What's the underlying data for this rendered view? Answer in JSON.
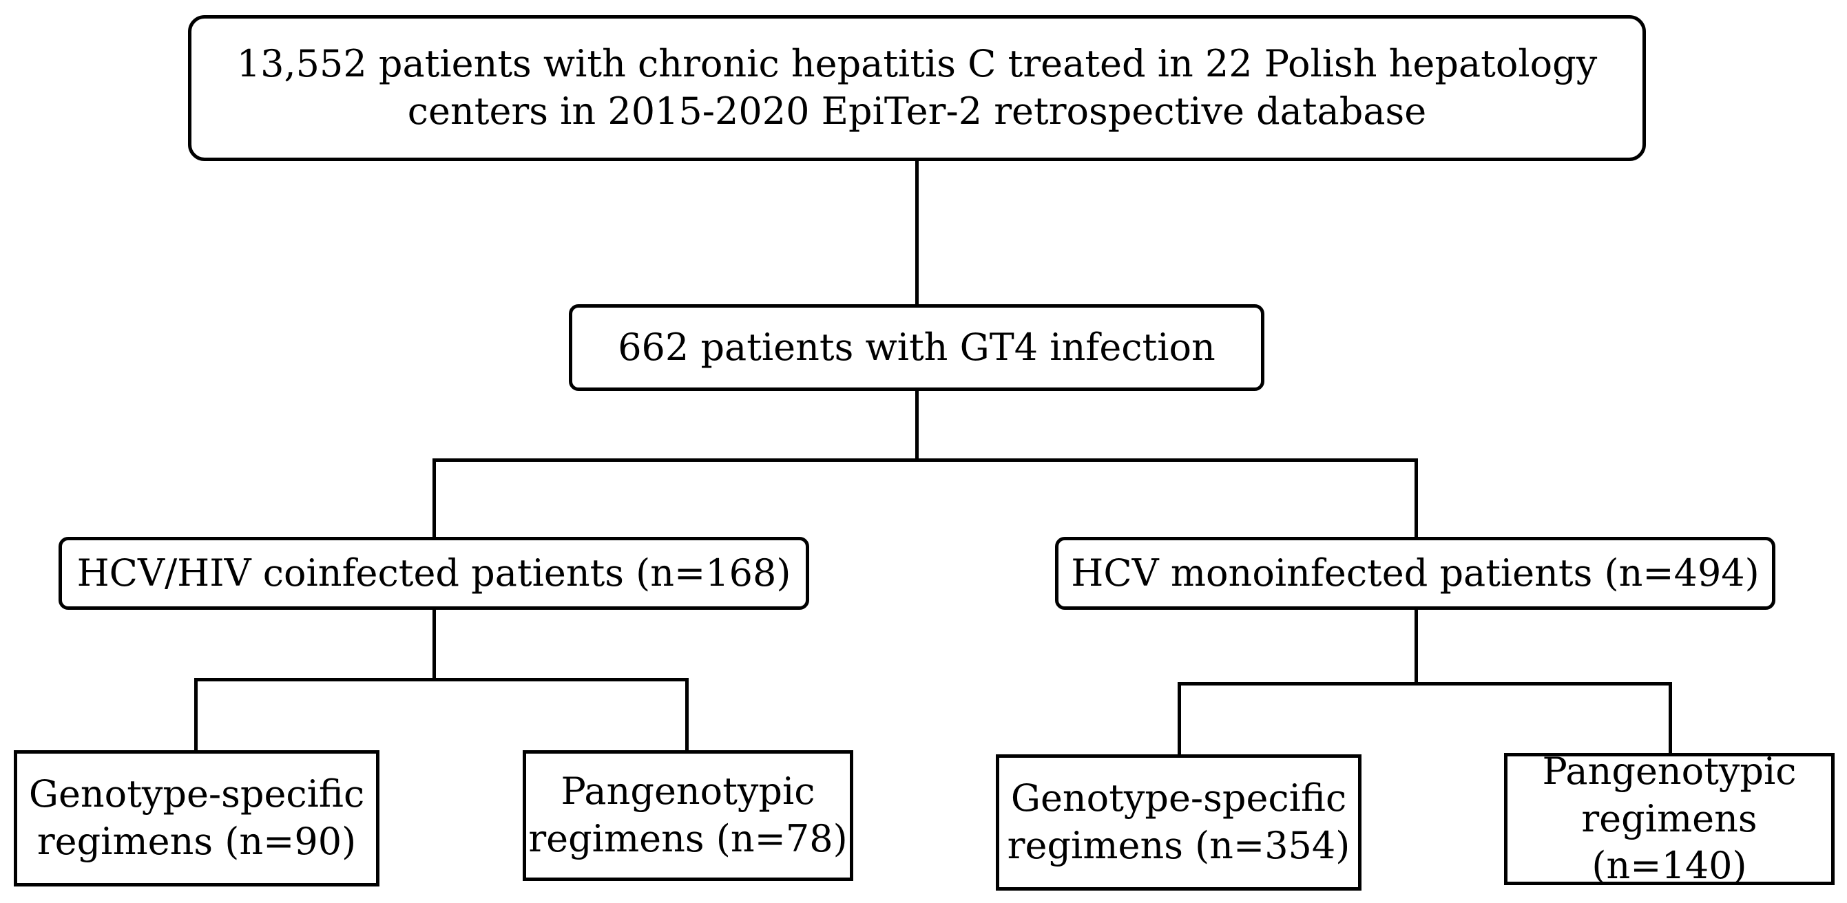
{
  "diagram": {
    "root": {
      "line1": "13,552 patients with chronic hepatitis C treated in 22 Polish hepatology",
      "line2": "centers in 2015-2020 EpiTer-2 retrospective database"
    },
    "gt4": {
      "label": "662 patients with GT4 infection"
    },
    "coinfected": {
      "label": "HCV/HIV coinfected patients (n=168)",
      "children": [
        {
          "line1": "Genotype-specific",
          "line2": "regimens (n=90)"
        },
        {
          "line1": "Pangenotypic",
          "line2": "regimens (n=78)"
        }
      ]
    },
    "monoinfected": {
      "label": "HCV monoinfected patients (n=494)",
      "children": [
        {
          "line1": "Genotype-specific",
          "line2": "regimens (n=354)"
        },
        {
          "line1": "Pangenotypic",
          "line2": "regimens (n=140)"
        }
      ]
    }
  }
}
